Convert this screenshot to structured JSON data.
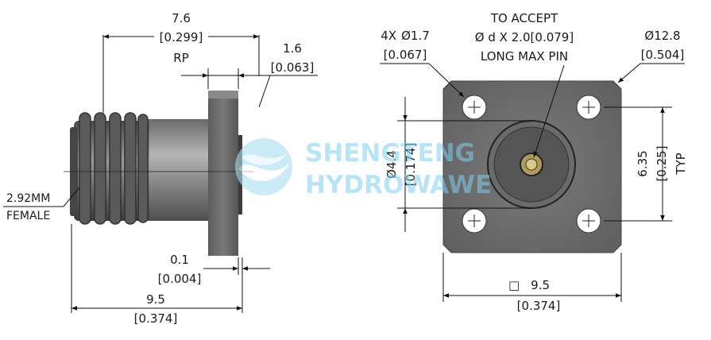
{
  "side_view": {
    "length_top": {
      "mm": "7.6",
      "inch": "[0.299]"
    },
    "flange_thk": {
      "mm": "1.6",
      "inch": "[0.063]"
    },
    "rp_label": "RP",
    "connector_label_1": "2.92MM",
    "connector_label_2": "FEMALE",
    "gap": {
      "mm": "0.1",
      "inch": "[0.004]"
    },
    "length_bottom": {
      "mm": "9.5",
      "inch": "[0.374]"
    }
  },
  "front_view": {
    "holes": {
      "qty": "4X",
      "symbol": "Ø",
      "mm": "1.7",
      "inch": "[0.067]"
    },
    "pin_note": {
      "line1": "TO ACCEPT",
      "line2": "Ø d X 2.0[0.079]",
      "line3": "LONG MAX PIN"
    },
    "corner": {
      "symbol": "Ø",
      "mm": "12.8",
      "inch": "[0.504]"
    },
    "bore": {
      "symbol": "Ø",
      "mm": "4.4",
      "inch": "[0.174]"
    },
    "spacing": {
      "mm": "6.35",
      "inch": "[0.25]",
      "typ": "TYP"
    },
    "square": {
      "symbol": "□",
      "mm": "9.5",
      "inch": "[0.374]"
    }
  },
  "watermark": {
    "line1": "SHENGTENG",
    "line2": "HYDROWAWE"
  },
  "colors": {
    "flange": "#6d6d6d",
    "body": "#8a8a8a",
    "watermark": "#7fd0ee"
  }
}
